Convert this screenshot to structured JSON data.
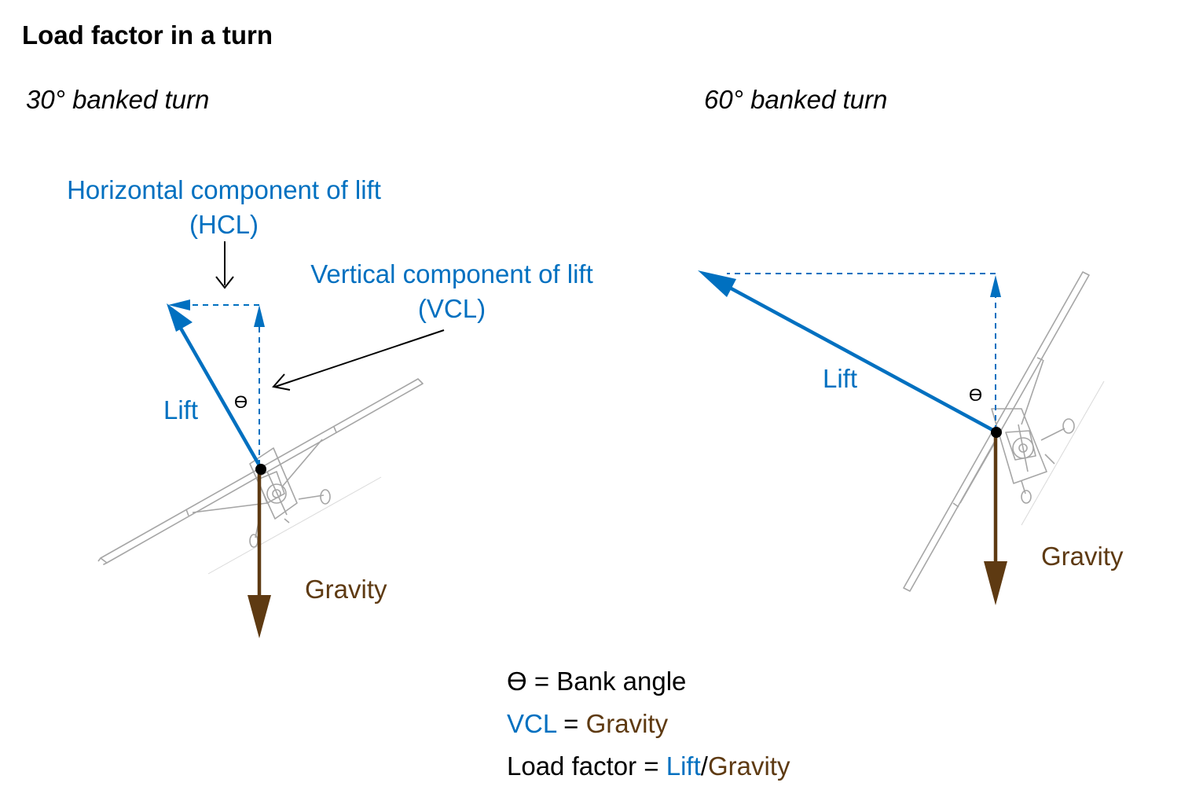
{
  "title": "Load factor in a turn",
  "left_panel": {
    "subtitle": "30° banked turn",
    "hcl_label_line1": "Horizontal component of lift",
    "hcl_label_line2": "(HCL)",
    "vcl_label_line1": "Vertical component of lift",
    "vcl_label_line2": "(VCL)",
    "lift_label": "Lift",
    "theta_label": "ϴ",
    "gravity_label": "Gravity"
  },
  "right_panel": {
    "subtitle": "60° banked turn",
    "lift_label": "Lift",
    "theta_label": "ϴ",
    "gravity_label": "Gravity"
  },
  "legend": {
    "line1_symbol": "ϴ",
    "line1_rest": " = Bank angle",
    "line2_vcl": "VCL",
    "line2_eq": " = ",
    "line2_gravity": "Gravity",
    "line3_prefix": "Load factor = ",
    "line3_lift": "Lift",
    "line3_slash": "/",
    "line3_gravity": "Gravity"
  },
  "colors": {
    "lift_blue": "#0070C0",
    "gravity_brown": "#5E3A12",
    "airplane_line": "#9a9a9a"
  }
}
